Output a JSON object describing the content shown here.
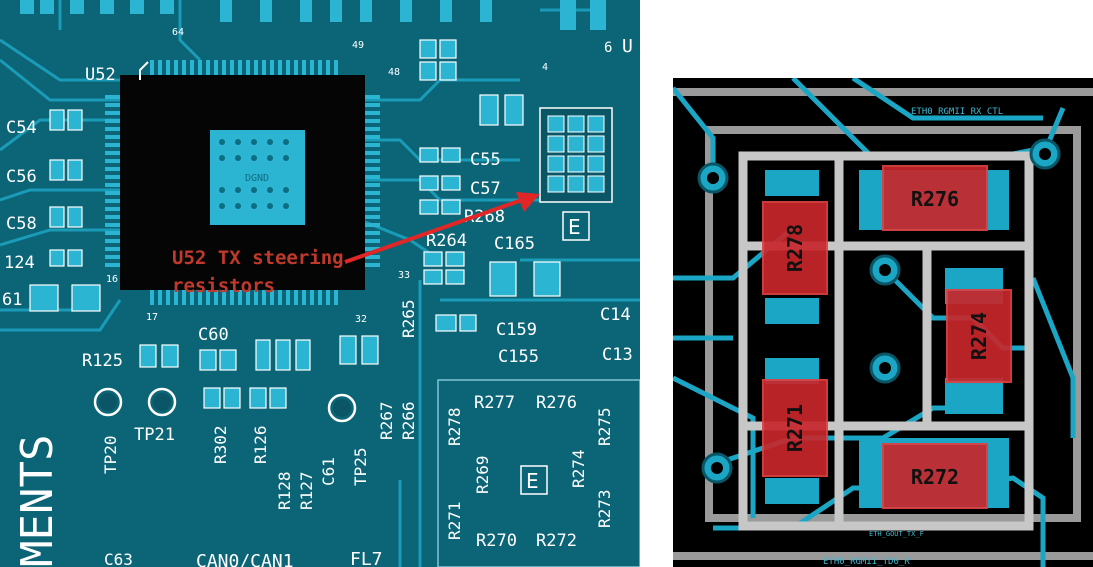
{
  "colors": {
    "board": "#0e6d80",
    "board_dark": "#0a5666",
    "copper": "#1aa6c4",
    "pad": "#2bb5d3",
    "silkscreen": "#ffffff",
    "annotation": "#e02626",
    "annotation_text": "#c0392b",
    "resistor_fill": "#c8262c",
    "right_bg": "#000000",
    "courtyard": "#c7c7c7",
    "outline": "#9a9a9a"
  },
  "left": {
    "chip_label": "U52",
    "pin_labels": [
      "64",
      "49",
      "48",
      "33",
      "32",
      "17",
      "16"
    ],
    "center_label": "DGND",
    "components": [
      "C54",
      "C56",
      "C58",
      "124",
      "61",
      "C55",
      "C57",
      "R268",
      "R264",
      "C165",
      "R265",
      "C159",
      "C155",
      "C14",
      "C13",
      "R125",
      "C60",
      "TP20",
      "TP21",
      "R302",
      "R126",
      "R128",
      "R127",
      "C61",
      "TP25",
      "R267",
      "R266",
      "R278",
      "R277",
      "R276",
      "R275",
      "R269",
      "R274",
      "R273",
      "R271",
      "R270",
      "R272",
      "C63",
      "CAN0/CAN1",
      "FL7"
    ],
    "side_text": "MENTS",
    "u_label": "U",
    "six_label": "6",
    "four_label": "4",
    "e_labels": [
      "E",
      "E"
    ],
    "annotation": {
      "line1": "U52 TX steering",
      "line2": "resistors"
    }
  },
  "right": {
    "resistors": [
      "R278",
      "R276",
      "R274",
      "R271",
      "R272"
    ],
    "net_top": "ETH0_RGMII_RX_CTL",
    "net_bottom": "ETH0_RGMII_TD0_R",
    "net_bottom2": "ETH_GOUT_TX_F"
  }
}
